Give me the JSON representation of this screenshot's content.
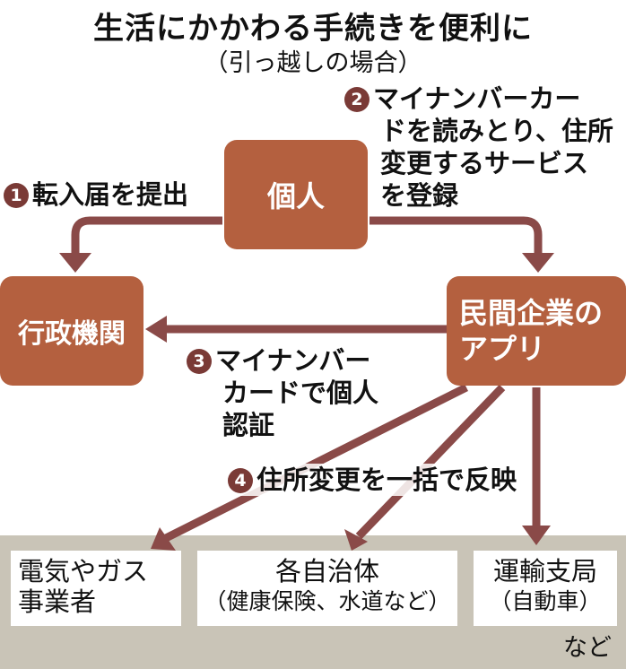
{
  "title": "生活にかかわる手続きを便利に",
  "subtitle": "（引っ越しの場合）",
  "colors": {
    "node_fill": "#b4603f",
    "arrow": "#8a4a48",
    "number_badge": "#7a3a36",
    "band": "#c9c4b7"
  },
  "nodes": {
    "individual": "個人",
    "government": "行政機関",
    "app_line1": "民間企業の",
    "app_line2": "アプリ"
  },
  "steps": [
    {
      "num": "1",
      "lines": [
        "転入届を提出"
      ]
    },
    {
      "num": "2",
      "lines": [
        "マイナンバーカー",
        "ドを読みとり、住所",
        "変更するサービス",
        "を登録"
      ]
    },
    {
      "num": "3",
      "lines": [
        "マイナンバー",
        "カードで個人",
        "認証"
      ]
    },
    {
      "num": "4",
      "lines": [
        "住所変更を一括で反映"
      ]
    }
  ],
  "destinations": [
    {
      "line1": "電気やガス",
      "line2": "事業者"
    },
    {
      "line1": "各自治体",
      "line2": "（健康保険、水道など）"
    },
    {
      "line1": "運輸支局",
      "line2": "（自動車）"
    }
  ],
  "etc": "など"
}
